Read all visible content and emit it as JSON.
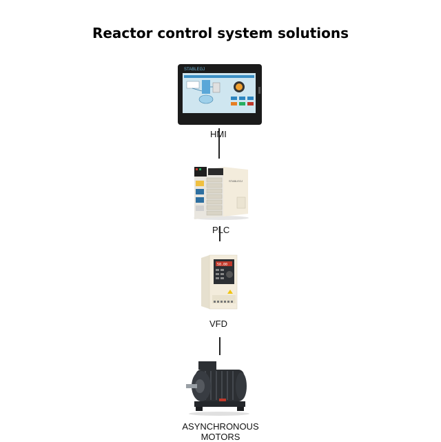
{
  "title": "Reactor control system solutions",
  "hmi": {
    "label": "HMI",
    "brand": "STABLEGJ"
  },
  "plc": {
    "label": "PLC",
    "brand": "STABLEGJ"
  },
  "vfd": {
    "label": "VFD",
    "display": "50.00"
  },
  "motor": {
    "label": "ASYNCHRONOUS MOTORS"
  },
  "colors": {
    "screen_bg": "#cfe6f0",
    "frame": "#1b1b1b",
    "device_body": "#f3ecdc",
    "motor_body": "#2c2f33",
    "accent_red": "#c0392b"
  }
}
